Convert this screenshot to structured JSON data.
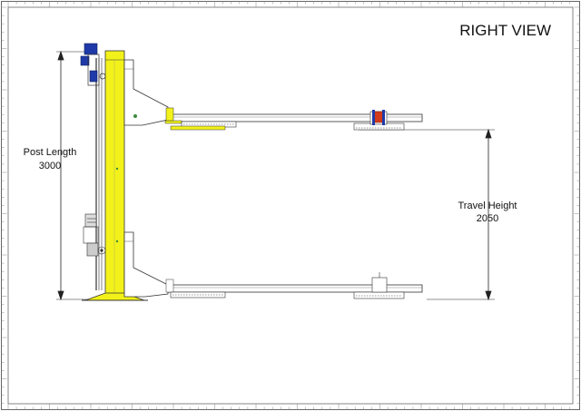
{
  "title": "RIGHT VIEW",
  "dimensions": {
    "post_length": {
      "label": "Post Length",
      "value": "3000"
    },
    "travel_height": {
      "label": "Travel Height",
      "value": "2050"
    }
  },
  "colors": {
    "post": "#f2f21a",
    "motor": "#1f3aa8",
    "lock": "#d23a1a",
    "accent_green": "#3a8a3a",
    "line": "#333333",
    "frame": "#555555"
  }
}
